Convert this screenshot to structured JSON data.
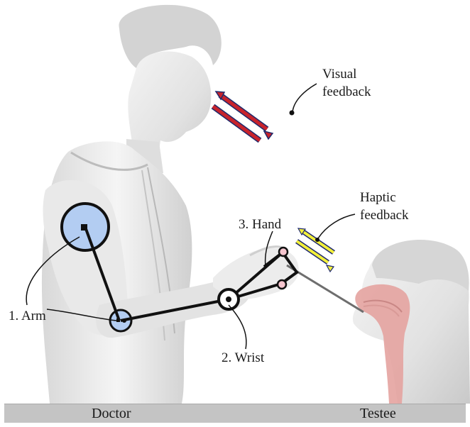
{
  "labels": {
    "visual_feedback": [
      "Visual",
      "feedback"
    ],
    "haptic_feedback": [
      "Haptic",
      "feedback"
    ],
    "hand": "3. Hand",
    "wrist": "2. Wrist",
    "arm": "1. Arm"
  },
  "footer": {
    "left": "Doctor",
    "right": "Testee"
  },
  "colors": {
    "visual_arrow": "#c8232c",
    "visual_arrow_outline": "#1f2a6b",
    "haptic_arrow": "#f2ef3a",
    "haptic_arrow_outline": "#1e2870",
    "joint_fill": "#b3cdf2",
    "airway": "#e4a3a0"
  }
}
